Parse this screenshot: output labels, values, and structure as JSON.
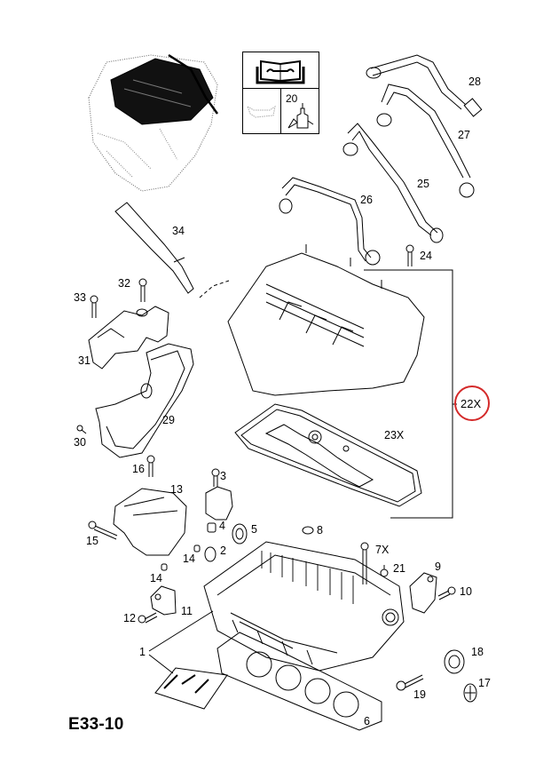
{
  "diagram": {
    "type": "exploded-parts-diagram",
    "subject": "Cylinder head and camshaft cover",
    "page_code": "E33-10",
    "highlight": {
      "part": "22X",
      "color": "#d42a2a"
    },
    "legend_box": {
      "icons": [
        "repair-manual-icon",
        "oil-can-icon",
        "sealant-bottle-icon"
      ],
      "sealant_ref": "20"
    },
    "callouts": [
      {
        "id": "28",
        "part": "28"
      },
      {
        "id": "27",
        "part": "27"
      },
      {
        "id": "25",
        "part": "25"
      },
      {
        "id": "26",
        "part": "26"
      },
      {
        "id": "24",
        "part": "24"
      },
      {
        "id": "34",
        "part": "34"
      },
      {
        "id": "32",
        "part": "32"
      },
      {
        "id": "33",
        "part": "33"
      },
      {
        "id": "31",
        "part": "31"
      },
      {
        "id": "29",
        "part": "29"
      },
      {
        "id": "30",
        "part": "30"
      },
      {
        "id": "16",
        "part": "16"
      },
      {
        "id": "22X",
        "part": "22X"
      },
      {
        "id": "23X",
        "part": "23X"
      },
      {
        "id": "3",
        "part": "3"
      },
      {
        "id": "13",
        "part": "13"
      },
      {
        "id": "15",
        "part": "15"
      },
      {
        "id": "4",
        "part": "4"
      },
      {
        "id": "5",
        "part": "5"
      },
      {
        "id": "8",
        "part": "8"
      },
      {
        "id": "2",
        "part": "2"
      },
      {
        "id": "14a",
        "part": "14"
      },
      {
        "id": "14b",
        "part": "14"
      },
      {
        "id": "11",
        "part": "11"
      },
      {
        "id": "12",
        "part": "12"
      },
      {
        "id": "7X",
        "part": "7X"
      },
      {
        "id": "21",
        "part": "21"
      },
      {
        "id": "9",
        "part": "9"
      },
      {
        "id": "10",
        "part": "10"
      },
      {
        "id": "18",
        "part": "18"
      },
      {
        "id": "17",
        "part": "17"
      },
      {
        "id": "19",
        "part": "19"
      },
      {
        "id": "1",
        "part": "1"
      },
      {
        "id": "6",
        "part": "6"
      }
    ]
  }
}
